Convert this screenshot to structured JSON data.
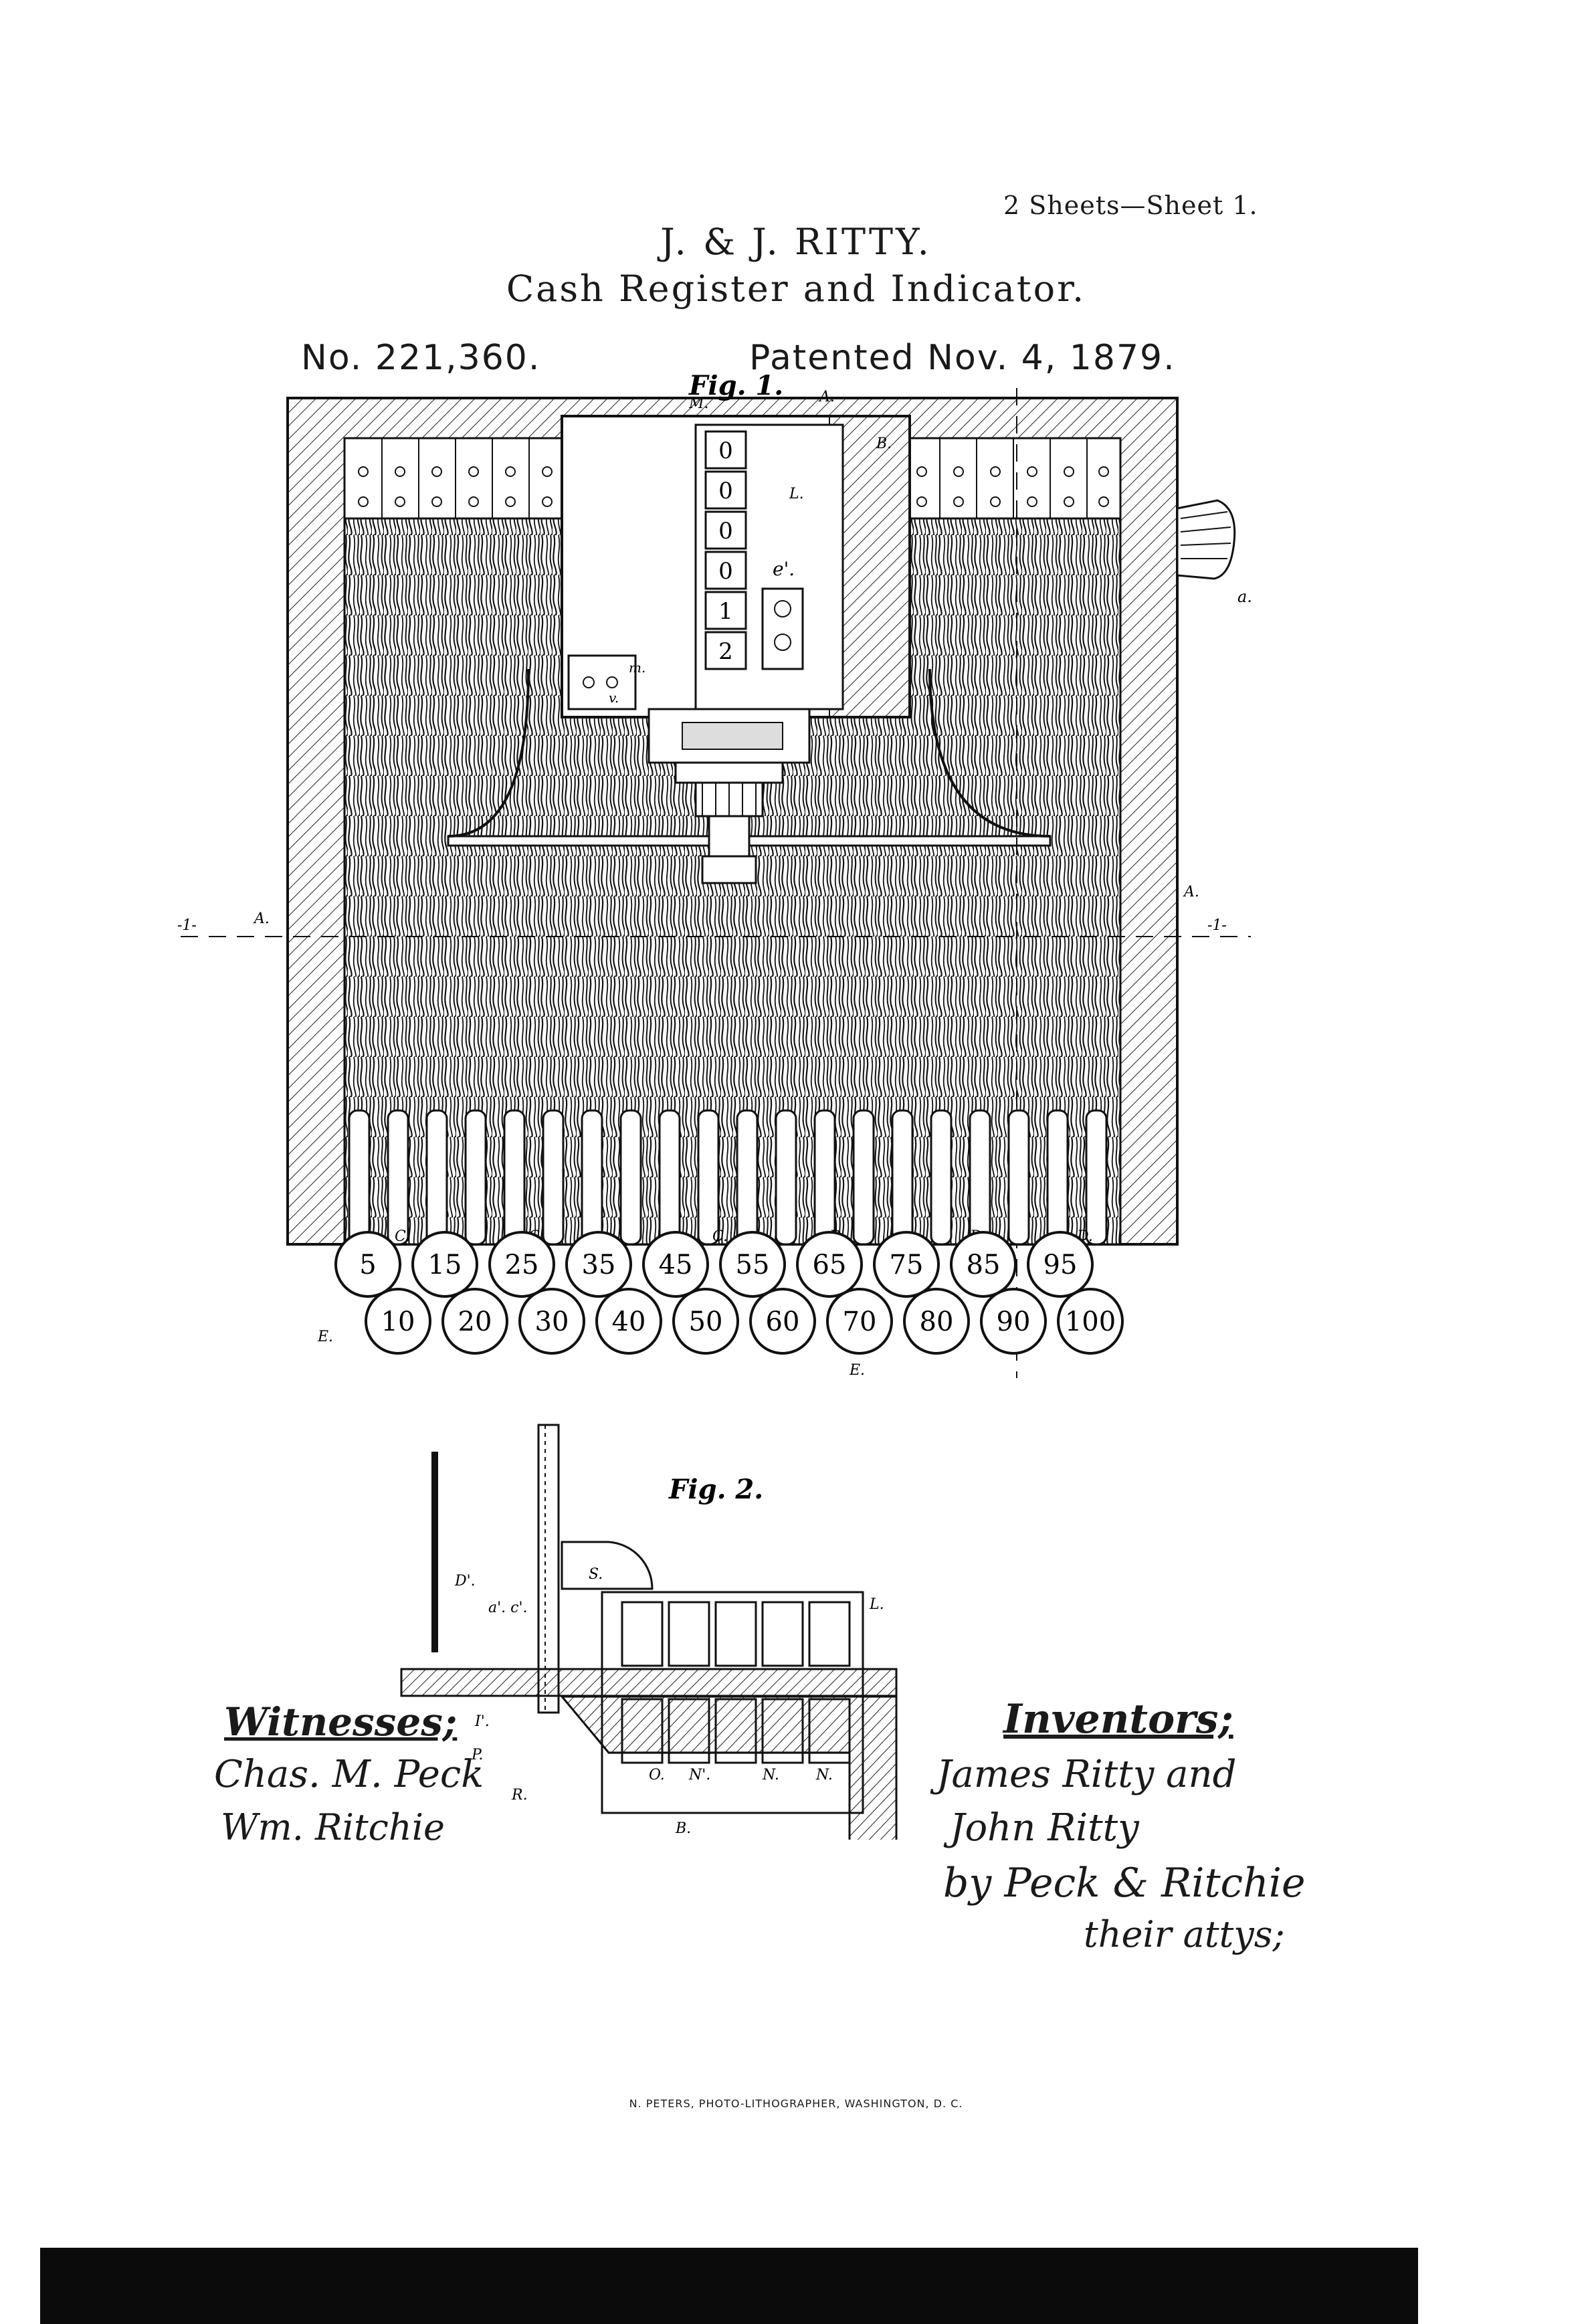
{
  "header": {
    "sheet_info": "2 Sheets—Sheet 1.",
    "inventors": "J. & J. RITTY.",
    "title": "Cash Register and Indicator.",
    "patent_number": "No. 221,360.",
    "patented_date": "Patented Nov. 4, 1879."
  },
  "figures": {
    "fig1_label": "Fig. 1.",
    "fig2_label": "Fig. 2."
  },
  "counter_digits": [
    "0",
    "0",
    "0",
    "0",
    "1",
    "2"
  ],
  "keys_top_row": [
    "5",
    "15",
    "25",
    "35",
    "45",
    "55",
    "65",
    "75",
    "85",
    "95"
  ],
  "keys_bottom_row": [
    "10",
    "20",
    "30",
    "40",
    "50",
    "60",
    "70",
    "80",
    "90",
    "100"
  ],
  "signatures": {
    "witnesses_heading": "Witnesses;",
    "witness_1": "Chas. M. Peck",
    "witness_2": "Wm. Ritchie",
    "inventors_heading": "Inventors;",
    "inventor_1": "James Ritty and",
    "inventor_2": "John Ritty",
    "attorneys": "by Peck & Ritchie",
    "attorneys_note": "their attys;"
  },
  "footer": {
    "lithographer": "N. PETERS, PHOTO-LITHOGRAPHER, WASHINGTON, D. C."
  }
}
